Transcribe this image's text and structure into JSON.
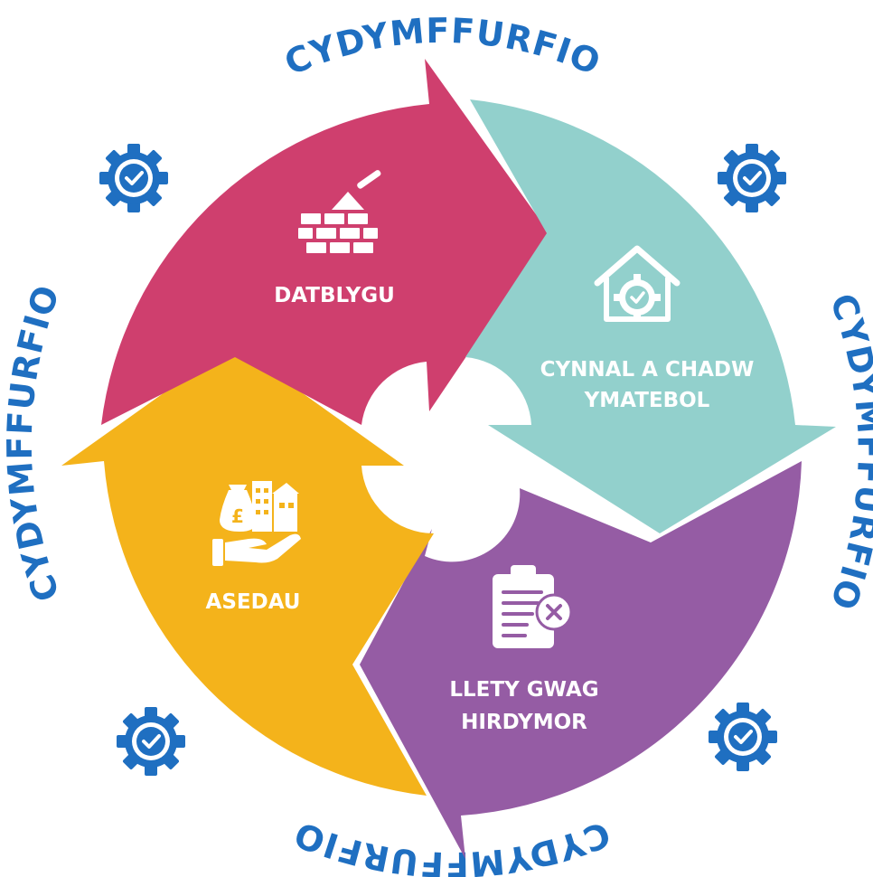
{
  "ring_labels": {
    "top": "CYDYMFFURFIO",
    "right": "CYDYMFFURFIO",
    "bottom": "CYDYMFFURFIO",
    "left": "CYDYMFFURFIO"
  },
  "segments": {
    "datblygu": {
      "line1": "DATBLYGU",
      "color": "#cf3f6e",
      "icon": "brick-trowel-icon"
    },
    "cynnal": {
      "line1": "CYNNAL A CHADW",
      "line2": "YMATEBOL",
      "color": "#92d0cc",
      "icon": "house-gear-icon"
    },
    "llety": {
      "line1": "LLETY GWAG",
      "line2": "HIRDYMOR",
      "color": "#955ca4",
      "icon": "clipboard-cross-icon"
    },
    "asedau": {
      "line1": "ASEDAU",
      "color": "#f4b31b",
      "icon": "money-buildings-hand-icon"
    }
  },
  "accent_color": "#1f6fc1"
}
